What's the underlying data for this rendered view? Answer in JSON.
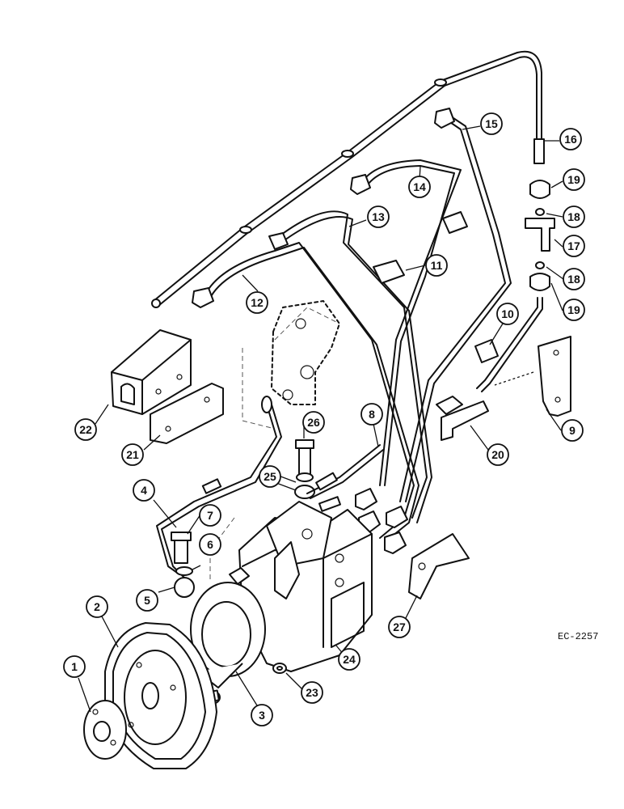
{
  "figure": {
    "reference_code": "EC-2257"
  },
  "callouts": [
    "1",
    "2",
    "3",
    "4",
    "5",
    "6",
    "7",
    "8",
    "9",
    "10",
    "11",
    "12",
    "13",
    "14",
    "15",
    "16",
    "17",
    "18",
    "18",
    "19",
    "19",
    "20",
    "21",
    "22",
    "23",
    "24",
    "25",
    "26",
    "27"
  ]
}
